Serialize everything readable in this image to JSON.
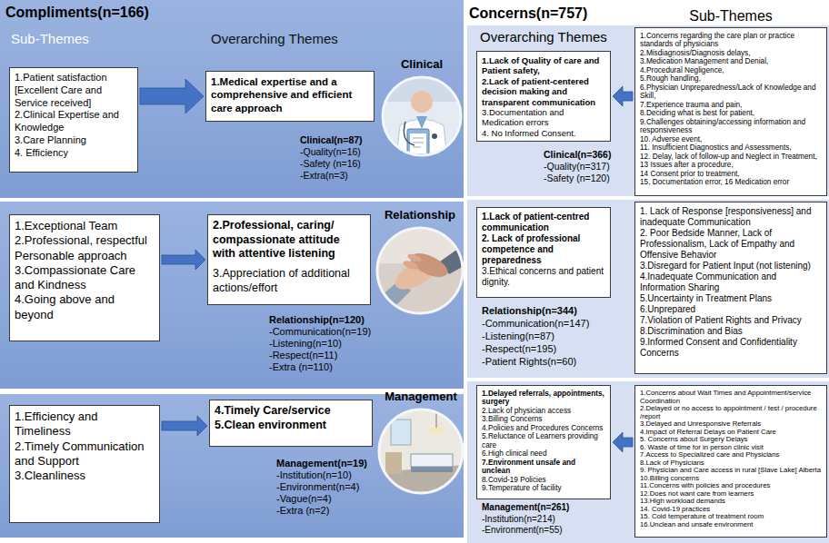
{
  "diagram": {
    "nodes": [
      {
        "text": [
          "Sub-Themes",
          "Overarching Themes",
          "Clinical(n=87)",
          "-Quality(n=16)",
          "-Safety (n=16)",
          "-Extra(n=3)"
        ]
      },
      {
        "text": [
          "1.Patient satisfaction [Excellent Care and Service received]",
          "2.Clinical Expertise and Knowledge",
          "3.Care Planning",
          "4. Efficiency"
        ],
        "in": 0
      },
      {
        "text": [
          "1.Medical expertise and a comprehensive and efficient care approach"
        ],
        "in": 0
      },
      {
        "text": [
          "Clinical"
        ]
      },
      {
        "text": [
          "Overarching Themes",
          "Clinical(n=366)",
          "-Quality(n=317)",
          "-Safety (n=120)"
        ]
      },
      {
        "text": [
          "1.Lack of Quality of care and Patient safety,",
          "2.Lack of patient-centered decision making and transparent communication",
          "3.Documentation and Medication errors",
          "4. No Informed Consent."
        ],
        "in": 4
      },
      {
        "text": [
          "Sub-Themes",
          "1.Concerns regarding the care plan or practice standards of physicians",
          "2.Misdiagnosis/Diagnosis delays,",
          "3.Medication Management and Denial,",
          "4.Procedural Negligence,",
          "5.Rough handling,",
          "6.Physician Unpreparedness/Lack of Knowledge and Skill,",
          "7.Experience trauma and pain,",
          "8.Deciding what is best for patient,",
          "9.Challenges obtaining/accessing information and responsiveness",
          "10. Adverse event,",
          "11. Insufficient Diagnostics and Assessments,",
          "12. Delay, lack of follow-up and Neglect in Treatment,",
          "13 Issues after a procedure,",
          "14 Consent prior to treatment,",
          "15, Documentation error, 16 Medication error"
        ]
      },
      {
        "text": [
          "Relationship(n=120)",
          "-Communication(n=19)",
          "-Listening(n=10)",
          "-Respect(n=11)",
          "-Extra (n=110)"
        ]
      },
      {
        "text": [
          "1.Exceptional Team",
          "2.Professional, respectful Personable approach",
          "3.Compassionate Care and Kindness",
          "4.Going above and beyond"
        ],
        "in": 7
      },
      {
        "text": [
          "2.Professional, caring/ compassionate attitude with attentive listening",
          "3.Appreciation of additional actions/effort"
        ],
        "in": 7
      },
      {
        "text": [
          "Relationship"
        ]
      },
      {
        "text": [
          "Relationship(n=344)",
          "-Communication(n=147)",
          "-Listening(n=87)",
          "-Respect(n=195)",
          "-Patient Rights(n=60)"
        ]
      },
      {
        "text": [
          "1.Lack of patient-centred communication",
          "2. Lack of professional competence and preparedness",
          "3.Ethical concerns and patient dignity."
        ],
        "in": 11
      },
      {
        "text": [
          "1. Lack of Response [responsiveness] and inadequate Communication",
          "2. Poor Bedside Manner, Lack of Professionalism, Lack of Empathy and Offensive Behavior",
          "3.Disregard for Patient Input (not listening)",
          "4.Inadequate Communication and Information Sharing",
          "5.Uncertainty in Treatment Plans",
          "6.Unprepared",
          "7.Violation of Patient Rights and Privacy",
          "8.Discrimination and Bias",
          "9.Informed Consent and Confidentiality Concerns"
        ]
      },
      {
        "text": [
          "Management(n=19)",
          "-Institution(n=10)",
          "-Environment(n=4)",
          "-Vague(n=4)",
          "-Extra (n=2)"
        ]
      },
      {
        "text": [
          "1.Efficiency and Timeliness",
          "2.Timely Communication and Support",
          "3.Cleanliness"
        ],
        "in": 14
      },
      {
        "text": [
          "4.Timely Care/service",
          "5.Clean environment"
        ],
        "in": 14
      },
      {
        "text": [
          "Management"
        ]
      },
      {
        "text": [
          "Management(n=261)",
          "-Institution(n=214)",
          "-Environment(n=55)"
        ]
      },
      {
        "text": [
          "1.Delayed referrals, appointments, surgery",
          "2.Lack of physician access",
          "3.Billing Concerns",
          "4.Policies and Procedures Concerns",
          "5.Reluctance of Learners providing care",
          "6.High clinical need",
          "7.Environment unsafe and unclean",
          "8.Covid-19 Policies",
          "9.Temperature of facility"
        ],
        "in": 18
      },
      {
        "text": [
          "1.Concerns about Wait Times and Appointment/service Coordination",
          "2.Delayed or no access to appointment / test / procedure /report",
          "3.Delayed and Unresponsive Referrals",
          "4.Impact of Referral Delays on Patient Care",
          "5. Concerns about Surgery Delays",
          "6. Waste of time for in person clinic visit",
          "7.Access to Specialized care and Physicians",
          "8.Lack of Physicians",
          "9. Physician and Care access in rural [Slave Lake] Alberta",
          "10.Billing concerns",
          "11.Concerns with policies and procedures",
          "12.Does not want care from learners",
          "13.High workload demands",
          "14. Covid-19 practices",
          "15. Cold temperature of treatment room",
          "16.Unclean and unsafe environment"
        ]
      }
    ],
    "edges": [
      {
        "from": 1,
        "to": 2,
        "arrow": "to"
      },
      {
        "from": 6,
        "to": 5,
        "arrow": "to"
      },
      {
        "from": 8,
        "to": 9,
        "arrow": "to"
      },
      {
        "from": 15,
        "to": 16,
        "arrow": "to"
      },
      {
        "from": 20,
        "to": 19,
        "arrow": "to"
      }
    ],
    "labels": [
      "Compliments(n=166)",
      "Concerns(n=757)"
    ]
  }
}
